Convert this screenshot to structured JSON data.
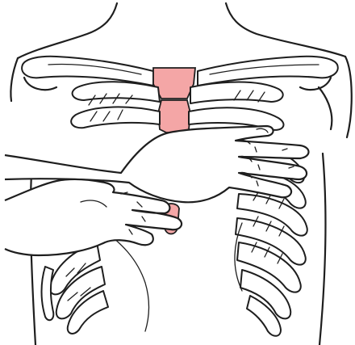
{
  "figure": {
    "type": "anatomical-line-drawing",
    "highlight_color": "#f4a6a6",
    "outline_color": "#1e1e1e",
    "background": "#ffffff",
    "parts": [
      "neck",
      "clavicles",
      "manubrium",
      "sternal-body",
      "xiphoid-process",
      "rib-cage",
      "upper-hand",
      "lower-hand"
    ]
  }
}
